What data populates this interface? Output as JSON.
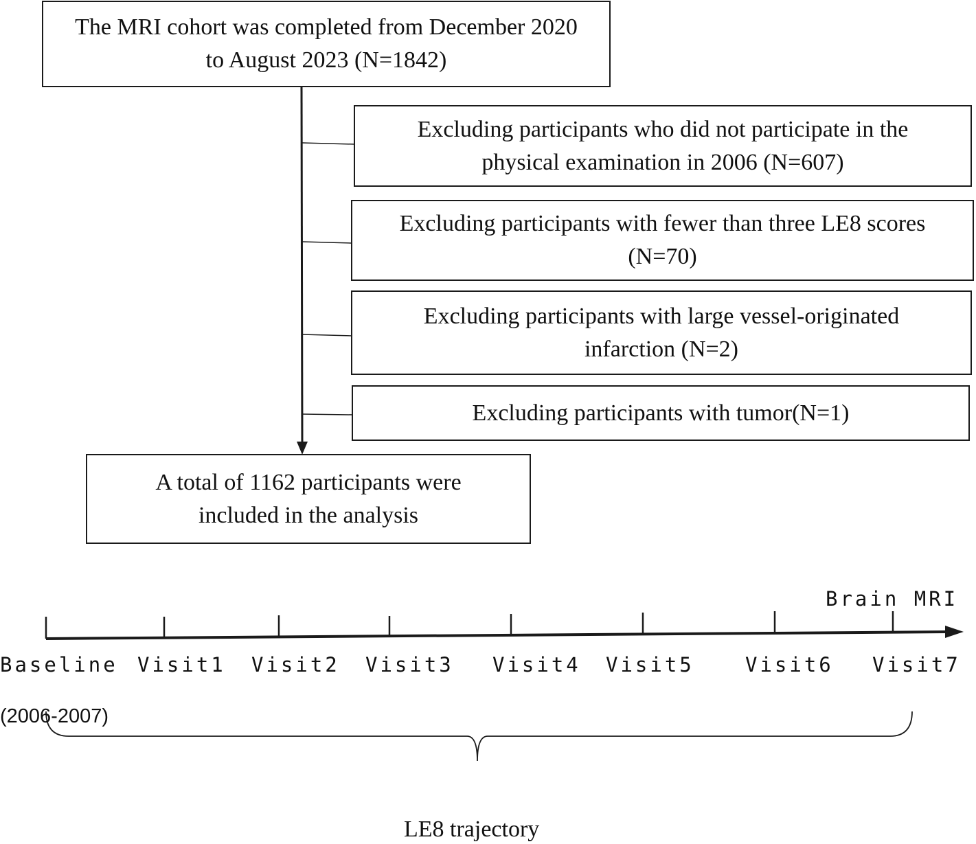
{
  "flowchart": {
    "start": "The MRI cohort was completed from December 2020 to August 2023 (N=1842)",
    "exclusions": [
      "Excluding participants who did not participate in the physical examination in 2006 (N=607)",
      "Excluding participants with fewer than three LE8 scores (N=70)",
      "Excluding participants with large vessel-originated infarction (N=2)",
      "Excluding participants with tumor(N=1)"
    ],
    "final": "A total of 1162 participants were included in the analysis"
  },
  "timeline": {
    "endpoint_label": "Brain MRI",
    "visits": [
      "Baseline",
      "Visit1",
      "Visit2",
      "Visit3",
      "Visit4",
      "Visit5",
      "Visit6",
      "Visit7"
    ],
    "baseline_period": "(2006-2007)",
    "span_label": "LE8 trajectory"
  }
}
